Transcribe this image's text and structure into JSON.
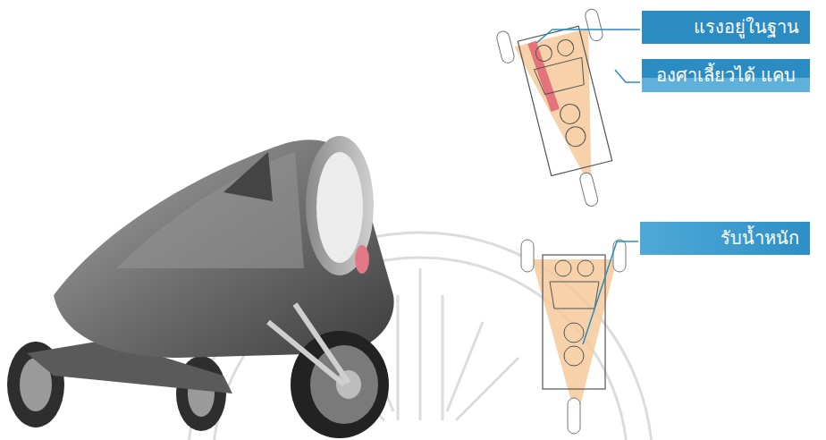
{
  "diagram": {
    "nodes": [
      {
        "text": [
          "แรงอยู่ในฐาน"
        ]
      },
      {
        "text": [
          "องศาเลี้ยวได้ แคบ"
        ]
      },
      {
        "text": [
          "รับน้ำหนัก"
        ]
      }
    ]
  }
}
